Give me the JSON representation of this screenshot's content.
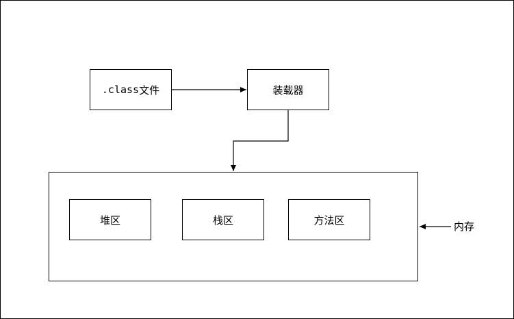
{
  "diagram": {
    "nodes": {
      "class_file": {
        "prefix": ".class",
        "suffix": "文件"
      },
      "loader": {
        "label": "装载器"
      },
      "memory": {
        "label": "内存"
      },
      "heap": {
        "label": "堆区"
      },
      "stack": {
        "label": "栈区"
      },
      "method_area": {
        "label": "方法区"
      }
    },
    "edges": [
      {
        "from": ".class文件",
        "to": "装载器"
      },
      {
        "from": "装载器",
        "to": "内存"
      },
      {
        "from": "内存",
        "to": "内存"
      }
    ],
    "colors": {
      "stroke": "#000000",
      "fill": "#ffffff"
    }
  }
}
